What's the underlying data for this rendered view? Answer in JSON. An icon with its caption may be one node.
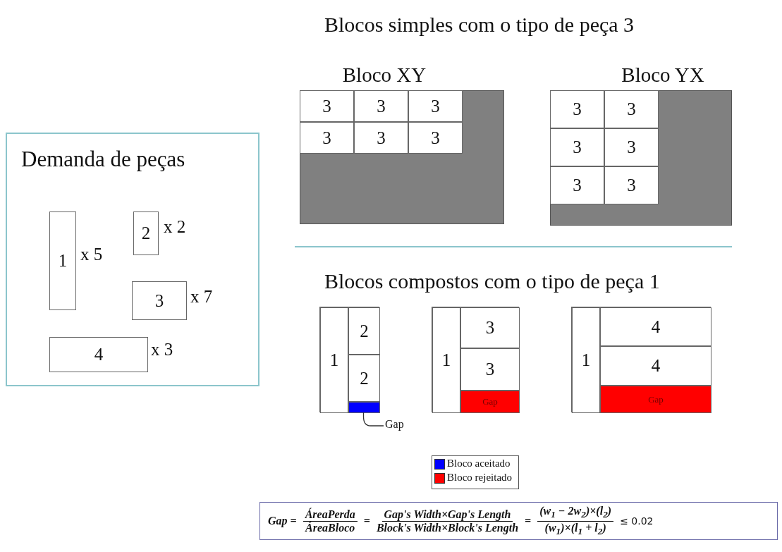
{
  "diagram": {
    "nodes": [
      {
        "text": [
          "Demanda de peças"
        ]
      },
      {
        "text": [
          "1"
        ],
        "in": 0,
        "beside": [
          "x 5"
        ]
      },
      {
        "text": [
          "2"
        ],
        "in": 0,
        "beside": [
          "x 2"
        ]
      },
      {
        "text": [
          "3"
        ],
        "in": 0,
        "beside": [
          "x 7"
        ]
      },
      {
        "text": [
          "4"
        ],
        "in": 0,
        "beside": [
          "x 3"
        ]
      },
      {
        "text": [
          "Bloco XY"
        ]
      },
      {
        "text": [
          "3"
        ],
        "in": 5
      },
      {
        "text": [
          "3"
        ],
        "in": 5
      },
      {
        "text": [
          "3"
        ],
        "in": 5
      },
      {
        "text": [
          "3"
        ],
        "in": 5
      },
      {
        "text": [
          "3"
        ],
        "in": 5
      },
      {
        "text": [
          "3"
        ],
        "in": 5
      },
      {
        "text": [
          "Bloco YX"
        ]
      },
      {
        "text": [
          "3"
        ],
        "in": 12
      },
      {
        "text": [
          "3"
        ],
        "in": 12
      },
      {
        "text": [
          "3"
        ],
        "in": 12
      },
      {
        "text": [
          "3"
        ],
        "in": 12
      },
      {
        "text": [
          "3"
        ],
        "in": 12
      },
      {
        "text": [
          "3"
        ],
        "in": 12
      },
      {
        "text": [],
        "shape": "box"
      },
      {
        "text": [
          "1"
        ],
        "in": 19
      },
      {
        "text": [
          "2"
        ],
        "in": 19
      },
      {
        "text": [
          "2"
        ],
        "in": 19
      },
      {
        "text": [],
        "shape": "bar",
        "in": 19
      },
      {
        "text": [
          "Gap"
        ]
      },
      {
        "text": [],
        "shape": "box"
      },
      {
        "text": [
          "1"
        ],
        "in": 25
      },
      {
        "text": [
          "3"
        ],
        "in": 25
      },
      {
        "text": [
          "3"
        ],
        "in": 25
      },
      {
        "text": [
          "Gap"
        ],
        "in": 25
      },
      {
        "text": [],
        "shape": "box"
      },
      {
        "text": [
          "1"
        ],
        "in": 30
      },
      {
        "text": [
          "4"
        ],
        "in": 30
      },
      {
        "text": [
          "4"
        ],
        "in": 30
      },
      {
        "text": [
          "Gap"
        ],
        "in": 30
      },
      {
        "text": [
          "Gap =",
          "ÁreaPerda",
          "ÁreaBloco",
          "=",
          "Gap's Width×Gap's Length",
          "Block's Width×Block's Length",
          "=",
          "(w$_{1}$ − 2w$_{2}$)×(l$_{2}$)",
          "(w$_{1}$)×(l$_{1}$ + l$_{2}$)",
          "≤ 0.02"
        ]
      }
    ],
    "edges": [
      {
        "from": 24,
        "to": 23,
        "arrow": "none"
      }
    ],
    "labels": [
      "Blocos simples com o tipo de peça 3",
      "Blocos compostos com o tipo de peça 1"
    ],
    "legend": [
      {
        "text": "Bloco aceitado",
        "color": "#0000ff"
      },
      {
        "text": "Bloco rejeitado",
        "color": "#ff0000"
      }
    ]
  }
}
